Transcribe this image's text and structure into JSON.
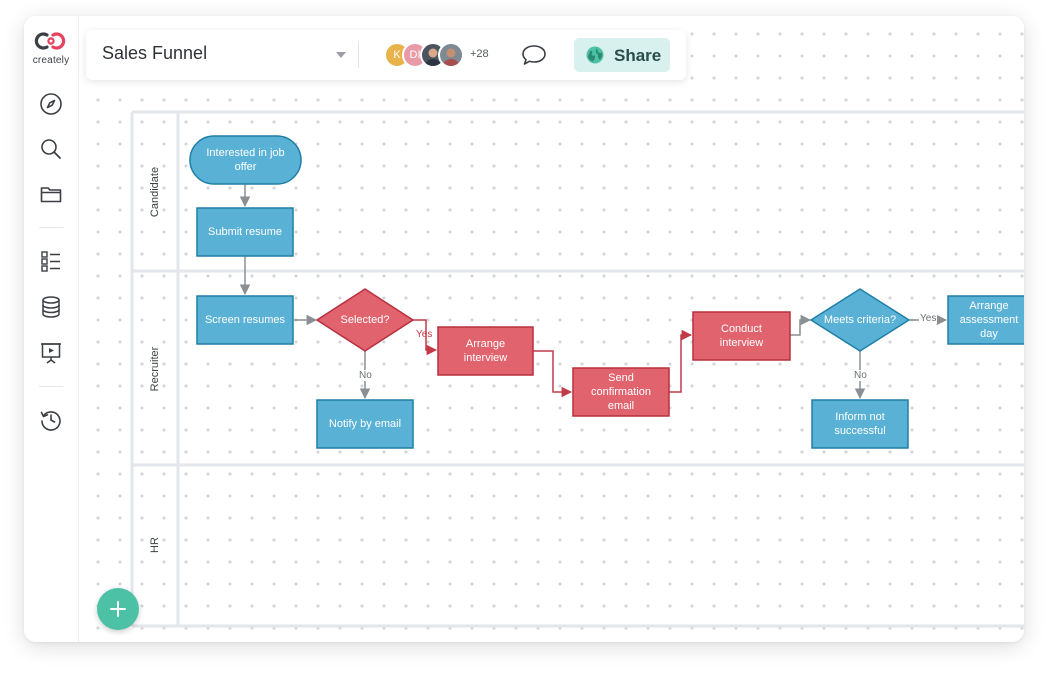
{
  "app": {
    "logo_text": "creately"
  },
  "topbar": {
    "title": "Sales Funnel",
    "collaborators": {
      "initials": [
        "K",
        "DI"
      ],
      "extra_count": "+28"
    },
    "share_label": "Share"
  },
  "sidebar": {
    "icons": [
      "compass-icon",
      "search-icon",
      "folder-icon",
      "task-list-icon",
      "database-icon",
      "presentation-icon",
      "history-icon"
    ]
  },
  "lanes": {
    "candidate": "Candidate",
    "recruiter": "Recruiter",
    "hr": "HR"
  },
  "shapes": {
    "interested": "Interested in job offer",
    "submit_resume": "Submit resume",
    "screen_resumes": "Screen resumes",
    "selected": "Selected?",
    "notify_email": "Notify by email",
    "arrange_interview": "Arrange interview",
    "send_confirmation": "Send confirmation email",
    "conduct_interview": "Conduct interview",
    "meets_criteria": "Meets criteria?",
    "inform_not_successful": "Inform not successful",
    "arrange_assessment": "Arrange assessment day"
  },
  "edge_labels": {
    "yes_selected": "Yes",
    "no_selected": "No",
    "yes_criteria": "Yes",
    "no_criteria": "No"
  },
  "colors": {
    "blue_fill": "#5ab1d6",
    "blue_stroke": "#1f7fa6",
    "red_fill": "#e0636e",
    "red_stroke": "#b7303d",
    "teal_accent": "#4cc1a5",
    "share_bg": "#d8f1ef",
    "edge_gray": "#8a8f94"
  }
}
